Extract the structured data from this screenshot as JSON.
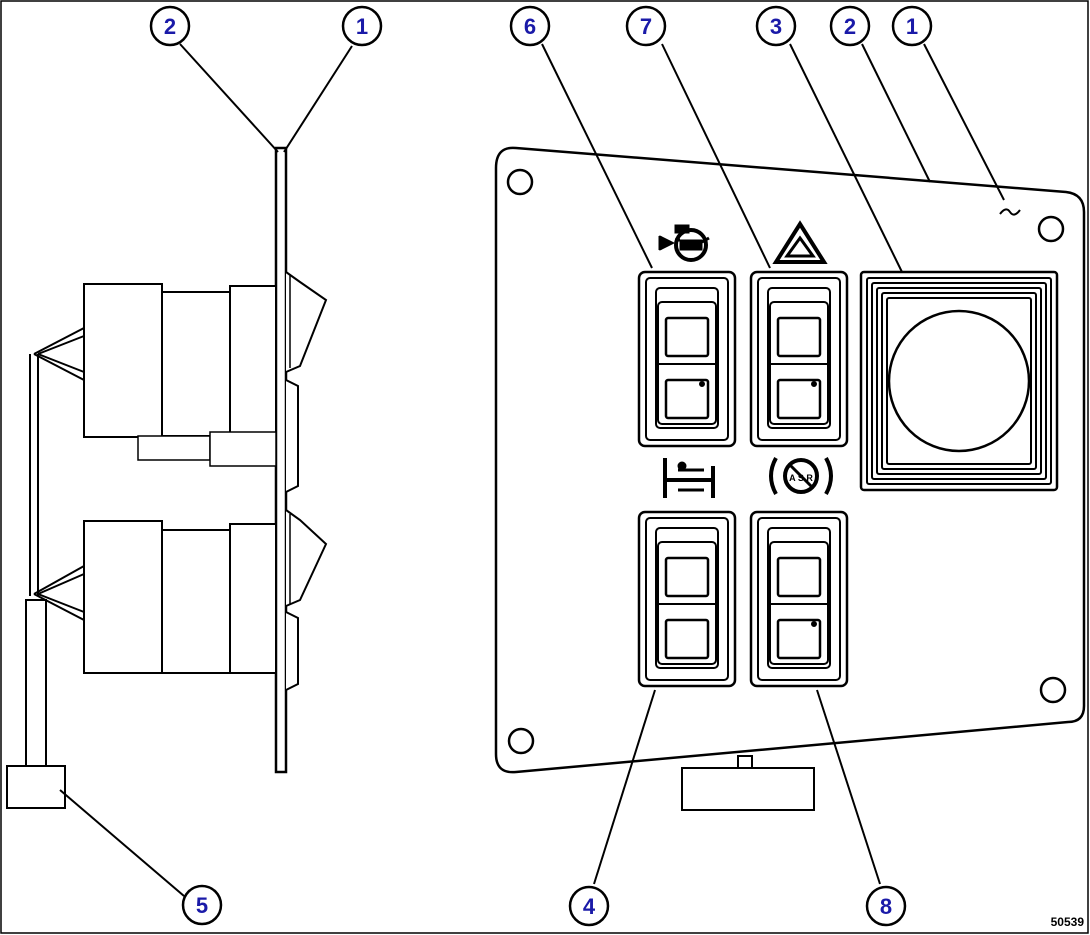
{
  "figure_number": "50539",
  "callouts": {
    "side_1": "1",
    "side_2": "2",
    "side_5": "5",
    "front_6": "6",
    "front_7": "7",
    "front_3": "3",
    "front_2": "2",
    "front_1": "1",
    "front_4": "4",
    "front_8": "8"
  },
  "symbols": {
    "switch_6": "engine-preheat-icon",
    "switch_7": "hazard-warning-triangle-icon",
    "switch_4": "differential-lock-icon",
    "switch_8": "asr-off-icon",
    "panel_mark": "tilde-icon"
  },
  "colors": {
    "line": "#000000",
    "callout_text": "#1a1aa8",
    "background": "#ffffff"
  }
}
